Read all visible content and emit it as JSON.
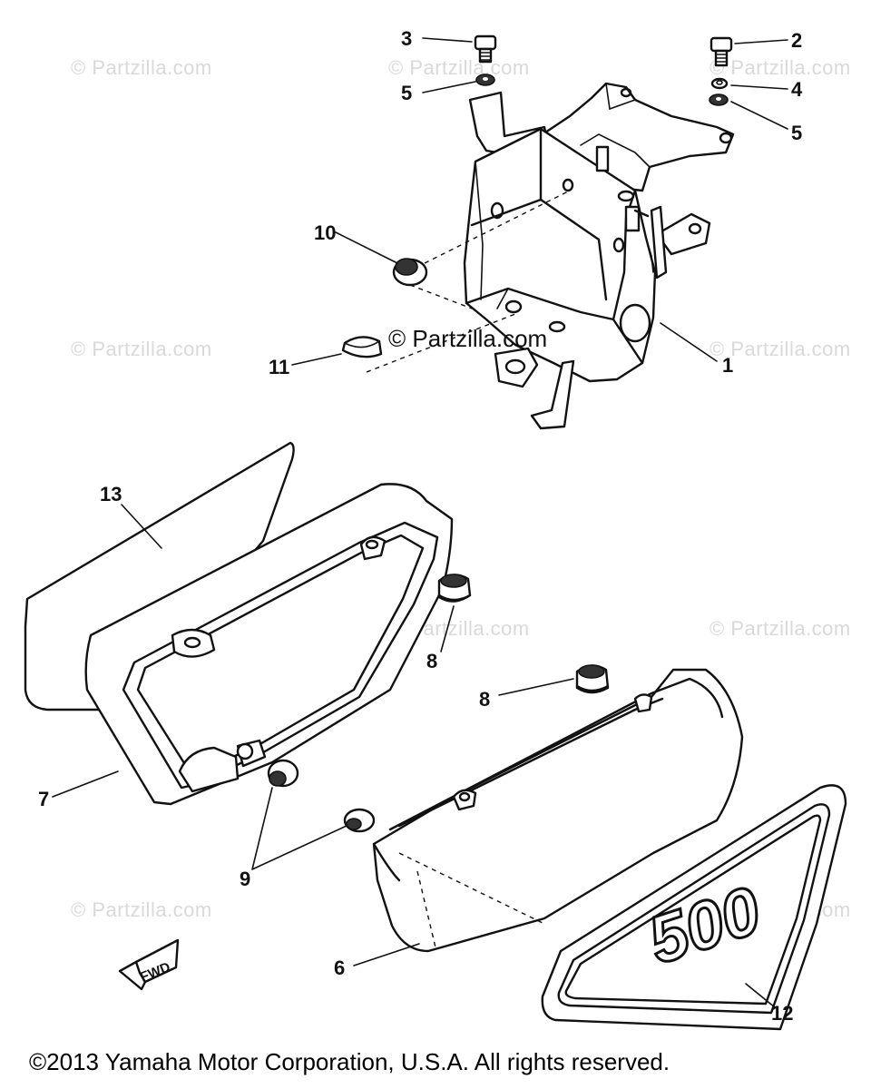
{
  "watermark_text": "© Partzilla.com",
  "center_watermark": "© Partzilla.com",
  "decal_text": "500",
  "fwd_text": "FWD",
  "copyright": "©2013 Yamaha Motor Corporation, U.S.A. All rights reserved.",
  "callouts": {
    "c1": "1",
    "c2": "2",
    "c3": "3",
    "c4": "4",
    "c5a": "5",
    "c5b": "5",
    "c6": "6",
    "c7": "7",
    "c8a": "8",
    "c8b": "8",
    "c9": "9",
    "c10": "10",
    "c11": "11",
    "c12": "12",
    "c13": "13"
  }
}
